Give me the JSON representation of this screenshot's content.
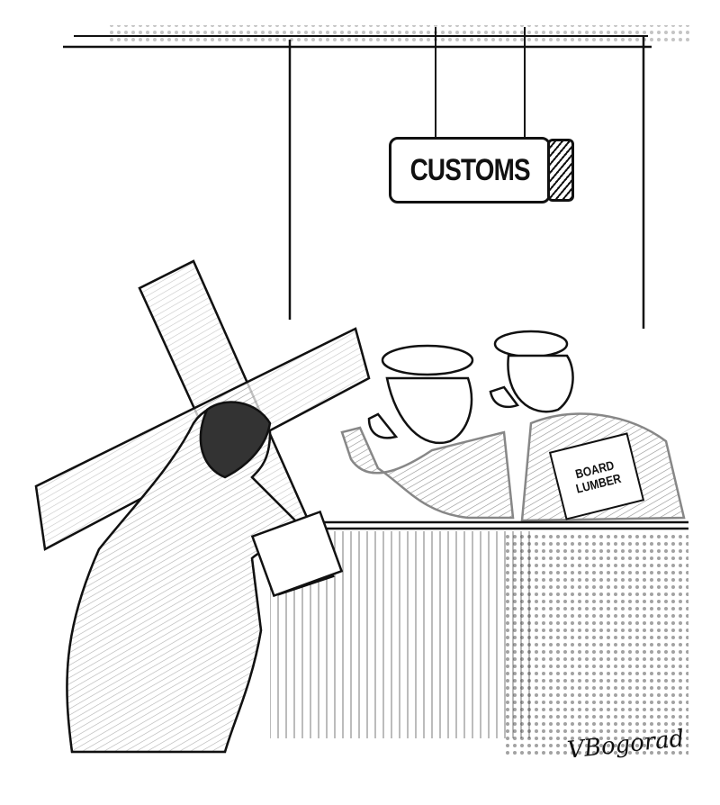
{
  "illustration": {
    "type": "editorial cartoon",
    "description": "Jesus carrying a cross at a customs counter while two customs officers examine it; one points and the other holds a folder",
    "sign": {
      "label": "CUSTOMS"
    },
    "folder": {
      "lines": [
        "BOARD",
        "LUMBER"
      ]
    },
    "signature": "VBogorad"
  }
}
